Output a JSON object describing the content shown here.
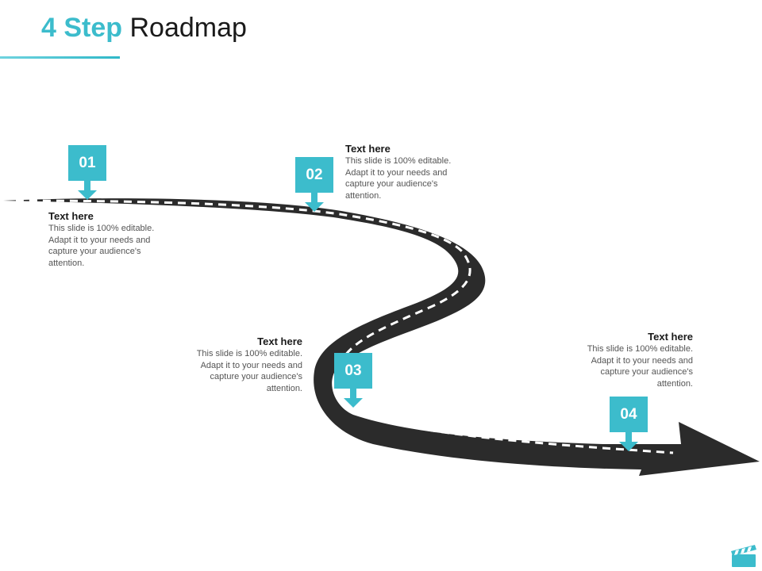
{
  "header": {
    "title_accent": "4 Step",
    "title_rest": "Roadmap"
  },
  "colors": {
    "accent": "#3cbccc",
    "road": "#2b2b2b",
    "road_dash": "#ffffff",
    "heading_text": "#1a1a1a",
    "body_text": "#555555"
  },
  "steps": [
    {
      "number": "01",
      "heading": "Text here",
      "body": "This slide is 100% editable. Adapt it to your needs and capture your audience's attention."
    },
    {
      "number": "02",
      "heading": "Text here",
      "body": "This slide is 100% editable. Adapt it to your needs and capture your audience's attention."
    },
    {
      "number": "03",
      "heading": "Text here",
      "body": "This slide is 100% editable. Adapt it to your needs and capture your audience's attention."
    },
    {
      "number": "04",
      "heading": "Text here",
      "body": "This slide is 100% editable. Adapt it to your needs and capture your audience's attention."
    }
  ],
  "footer": {
    "icon": "clapperboard-icon"
  }
}
